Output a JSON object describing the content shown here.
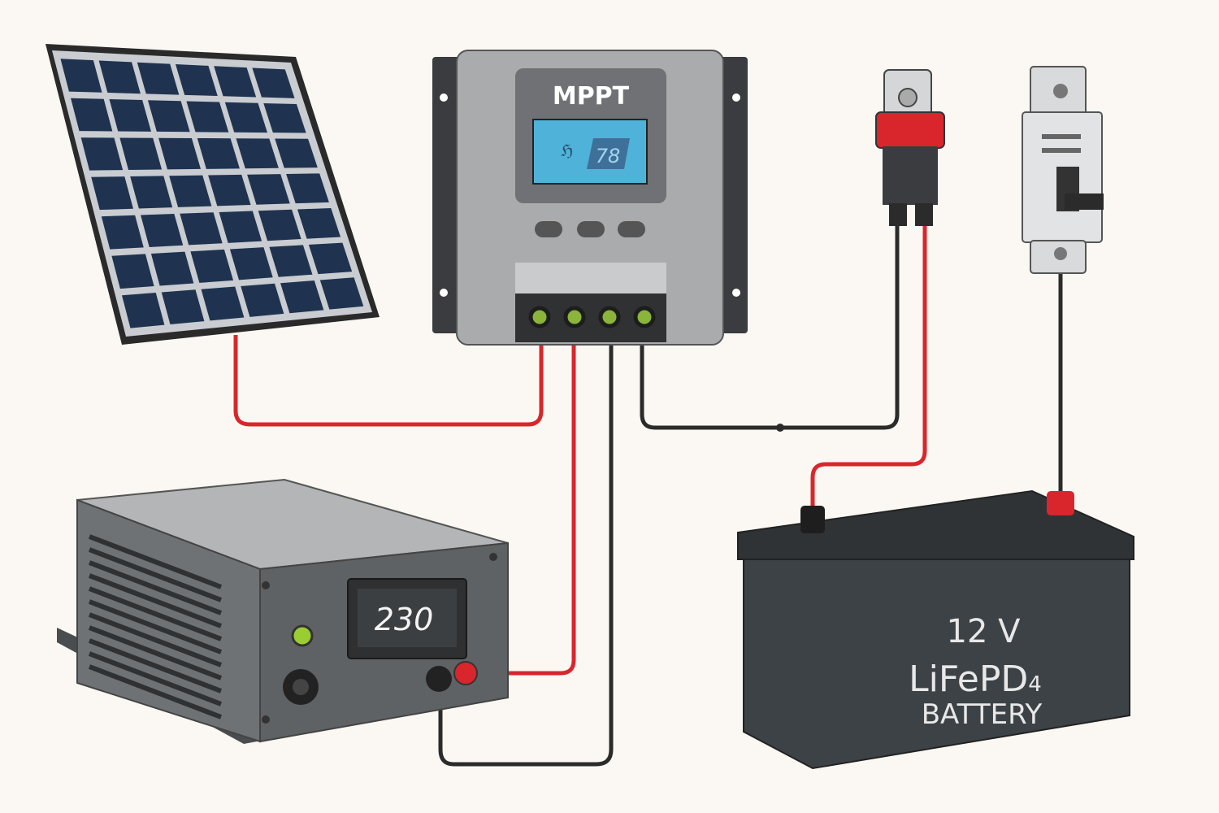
{
  "controller": {
    "label": "MPPT",
    "lcd_left": "ℌ",
    "lcd_value": "78"
  },
  "inverter": {
    "display_value": "230"
  },
  "battery": {
    "voltage": "12 V",
    "chemistry": "LiFePD",
    "chemistry_sub": "4",
    "label": "BATTERY"
  },
  "colors": {
    "background": "#fbf8f3",
    "wire_positive": "#d8262c",
    "wire_negative": "#2b2b2b",
    "panel_cell": "#1f3350",
    "lcd": "#4fb3d9",
    "battery_body": "#3d4246",
    "led": "#9acd32"
  },
  "icons": [
    "solar-panel-icon",
    "charge-controller-icon",
    "fuse-holder-icon",
    "circuit-breaker-icon",
    "inverter-icon",
    "battery-icon"
  ]
}
